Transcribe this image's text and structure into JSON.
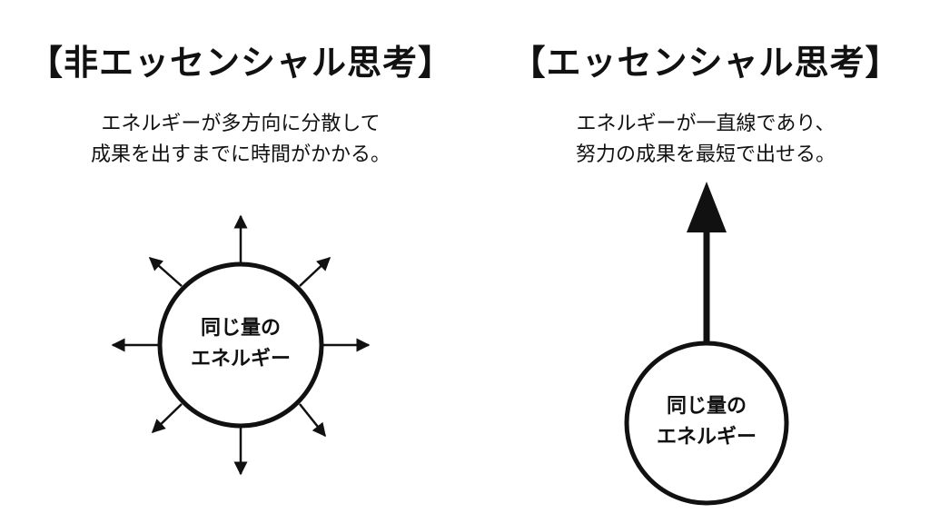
{
  "left": {
    "title": "【非エッセンシャル思考】",
    "description": [
      "エネルギーが多方向に分散して",
      "成果を出すまでに時間がかかる。"
    ],
    "circle_label": [
      "同じ量の",
      "エネルギー"
    ]
  },
  "right": {
    "title": "【エッセンシャル思考】",
    "description": [
      "エネルギーが一直線であり、",
      "努力の成果を最短で出せる。"
    ],
    "circle_label": [
      "同じ量の",
      "エネルギー"
    ]
  }
}
